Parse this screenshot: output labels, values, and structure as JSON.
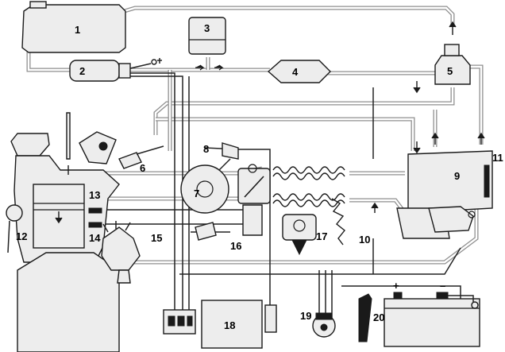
{
  "labels": {
    "l1": "1",
    "l2": "2",
    "l3": "3",
    "l4": "4",
    "l5": "5",
    "l6": "6",
    "l7": "7",
    "l8": "8",
    "l9": "9",
    "l10": "10",
    "l11": "11",
    "l12": "12",
    "l13": "13",
    "l14": "14",
    "l15": "15",
    "l16": "16",
    "l17": "17",
    "l18": "18",
    "l19": "19",
    "l20": "20"
  },
  "symbols": {
    "battery_plus": "+",
    "battery_minus": "–"
  },
  "colors": {
    "ink": "#1a1a1a",
    "pipe": "#8f8f8f",
    "fill": "#ededed"
  }
}
